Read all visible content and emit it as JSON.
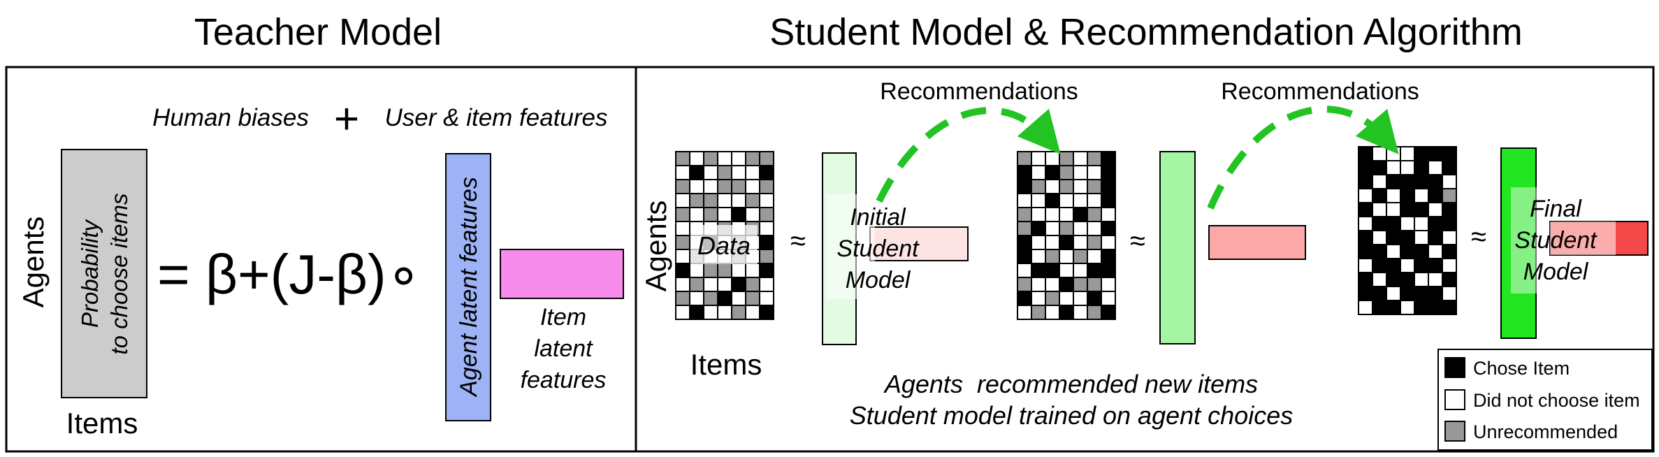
{
  "titles": {
    "teacher": "Teacher Model",
    "student": "Student Model & Recommendation Algorithm"
  },
  "teacher": {
    "human_biases": "Human biases",
    "plus": "+",
    "user_item_features": "User & item features",
    "agents_label": "Agents",
    "items_label": "Items",
    "prob_line1": "Probability",
    "prob_line2": "to choose items",
    "equation": "= β+(J-β)∘",
    "agent_latent": "Agent latent features",
    "item_latent_l1": "Item",
    "item_latent_l2": "latent",
    "item_latent_l3": "features",
    "colors": {
      "prob_box": "#cccccc",
      "agent_bar": "#9db3f5",
      "item_bar": "#f78ced"
    }
  },
  "student": {
    "recommendations_1": "Recommendations",
    "recommendations_2": "Recommendations",
    "agents_label": "Agents",
    "items_label": "Items",
    "data_label": "Data",
    "approx": "≈",
    "initial_l1": "Initial",
    "initial_l2": "Student",
    "initial_l3": "Model",
    "final_l1": "Final",
    "final_l2": "Student",
    "final_l3": "Model",
    "caption_l1": "Agents  recommended new items",
    "caption_l2": "Student model trained on agent choices",
    "colors": {
      "arrow": "#22c322",
      "bar_light": "#e3fbe3",
      "bar_mid": "#a5f5a5",
      "bar_full": "#22e622",
      "item_light": "#fde4e4",
      "item_mid": "#fca8a8",
      "item_full": "#f54848"
    },
    "matrices": [
      {
        "name": "initial-data",
        "cells": [
          "gwgwwgg",
          "wbwgwwb",
          "gwwggwg",
          "wggwwgw",
          "gwgwbwg",
          "wwwgwgw",
          "gwbwgwb",
          "wgwwgwg",
          "bwggwwb",
          "wgwwbgw",
          "gwgbwgw",
          "wbwwgwb"
        ]
      },
      {
        "name": "after-first-round",
        "cells": [
          "gwwgwgb",
          "bwbgwwb",
          "bgwgwgb",
          "wwbwwwb",
          "gwwwbgw",
          "gbwgwwb",
          "bwwbwgw",
          "bwgwgwb",
          "wbbwwbb",
          "gwwbggw",
          "bwgwwbw",
          "wgwbwgb"
        ]
      },
      {
        "name": "after-second-round",
        "cells": [
          "bwwwbbb",
          "bbwwbwb",
          "bwbbbbw",
          "wbwbwbg",
          "bwwbbwb",
          "wbbwwbb",
          "bwbbwbw",
          "bbwbbwb",
          "wbbwbbw",
          "bwbbwwb",
          "bbwbbbw",
          "wbbwbbb"
        ]
      }
    ]
  },
  "legend": {
    "chose": "Chose Item",
    "not_chose": "Did not choose item",
    "unrecommended": "Unrecommended",
    "colors": {
      "chose": "#000000",
      "not_chose": "#ffffff",
      "unrecommended": "#999999"
    }
  }
}
